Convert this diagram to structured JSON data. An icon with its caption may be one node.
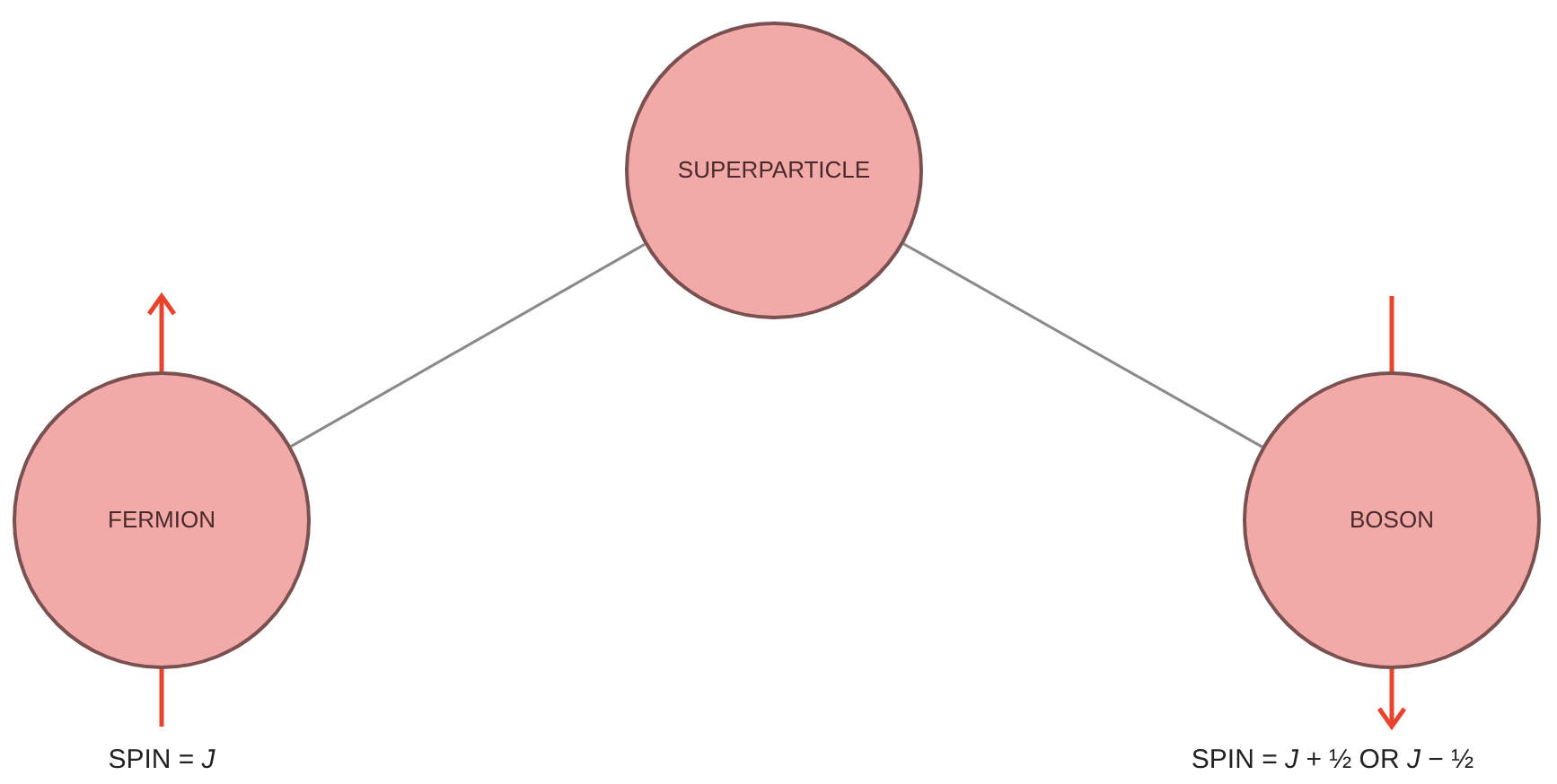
{
  "diagram": {
    "nodes": [
      {
        "text": [
          "SUPERPARTICLE"
        ]
      },
      {
        "text": [
          "FERMION"
        ],
        "beside": [
          "SPIN = *J*"
        ]
      },
      {
        "text": [
          "BOSON"
        ],
        "beside": [
          "SPIN = *J* + ½ OR *J* − ½"
        ]
      }
    ],
    "edges": [
      {
        "from": 0,
        "to": 1,
        "arrow": "none"
      },
      {
        "from": 0,
        "to": 2,
        "arrow": "none"
      }
    ]
  }
}
